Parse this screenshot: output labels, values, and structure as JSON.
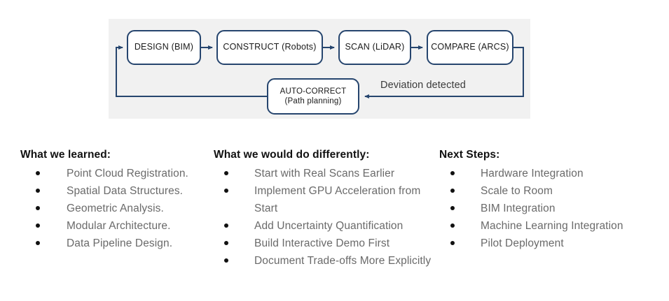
{
  "diagram": {
    "background_color": "#f1f1f1",
    "node_border_color": "#26456e",
    "nodes": [
      {
        "id": "design",
        "label": "DESIGN (BIM)"
      },
      {
        "id": "construct",
        "label": "CONSTRUCT (Robots)"
      },
      {
        "id": "scan",
        "label": "SCAN (LiDAR)"
      },
      {
        "id": "compare",
        "label": "COMPARE (ARCS)"
      },
      {
        "id": "autocorrect",
        "line1": "AUTO-CORRECT",
        "line2": "(Path planning)"
      }
    ],
    "edge_label": "Deviation detected"
  },
  "columns": [
    {
      "heading": "What we learned:",
      "items": [
        "Point Cloud Registration.",
        "Spatial Data Structures.",
        "Geometric Analysis.",
        "Modular Architecture.",
        "Data Pipeline Design."
      ]
    },
    {
      "heading": "What we would do differently:",
      "items": [
        "Start with Real Scans Earlier",
        "Implement GPU Acceleration from Start",
        "Add Uncertainty Quantification",
        "Build Interactive Demo First",
        "Document Trade-offs More Explicitly"
      ]
    },
    {
      "heading": "Next Steps:",
      "items": [
        "Hardware Integration",
        "Scale to Room",
        "BIM Integration",
        "Machine Learning Integration",
        "Pilot Deployment"
      ]
    }
  ]
}
